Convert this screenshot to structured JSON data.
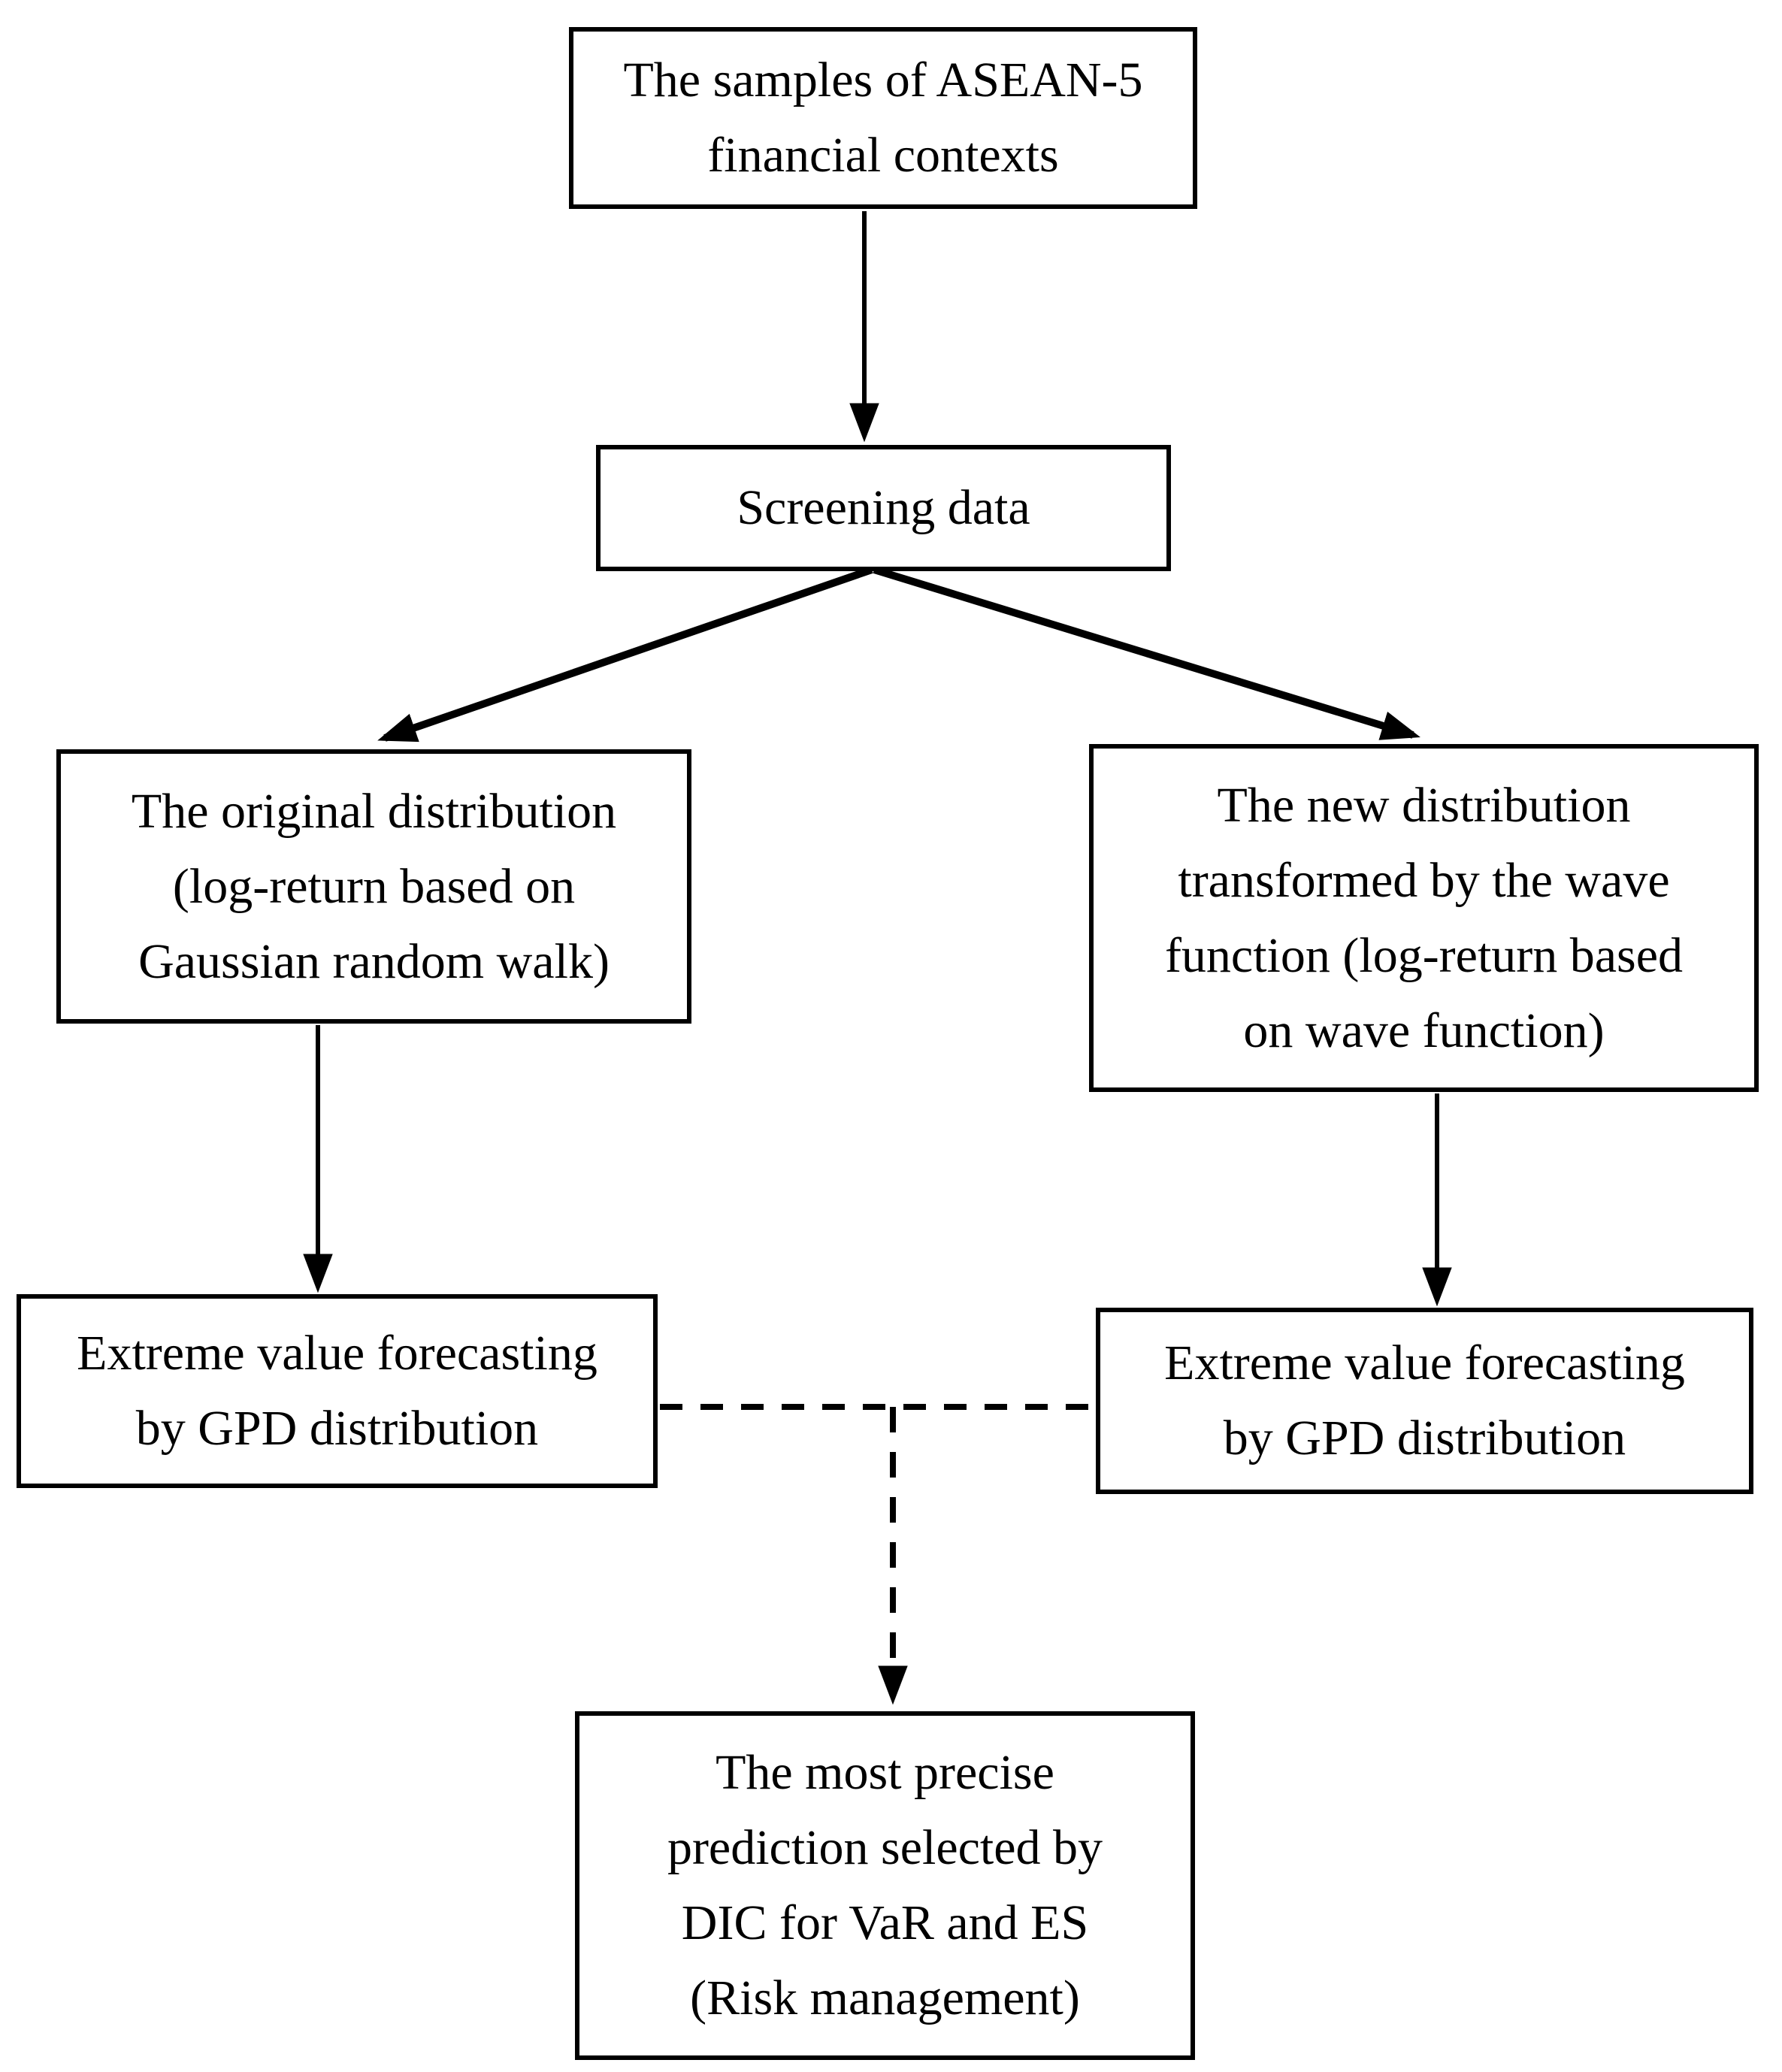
{
  "diagram": {
    "background_color": "#ffffff",
    "line_color": "#000000",
    "text_color": "#000000",
    "nodes": {
      "samples": {
        "lines": [
          "The samples of ASEAN-5",
          "financial contexts"
        ]
      },
      "screening": {
        "lines": [
          "Screening data"
        ]
      },
      "original": {
        "lines": [
          "The original distribution",
          "(log-return based on",
          "Gaussian random walk)"
        ]
      },
      "new_dist": {
        "lines": [
          "The new distribution",
          "transformed by the wave",
          "function (log-return based",
          "on wave function)"
        ]
      },
      "gpd_left": {
        "lines": [
          "Extreme value forecasting",
          "by GPD distribution"
        ]
      },
      "gpd_right": {
        "lines": [
          "Extreme value forecasting",
          "by GPD distribution"
        ]
      },
      "final": {
        "lines": [
          "The most precise",
          "prediction selected by",
          "DIC for VaR and ES",
          "(Risk management)"
        ]
      }
    },
    "edges": [
      {
        "from": "samples",
        "to": "screening",
        "style": "solid-arrow"
      },
      {
        "from": "screening",
        "to": "original",
        "style": "solid-arrow"
      },
      {
        "from": "screening",
        "to": "new_dist",
        "style": "solid-arrow"
      },
      {
        "from": "original",
        "to": "gpd_left",
        "style": "solid-arrow"
      },
      {
        "from": "new_dist",
        "to": "gpd_right",
        "style": "solid-arrow"
      },
      {
        "from": "gpd_left",
        "to": "gpd_right",
        "style": "dashed-line"
      },
      {
        "from": "gpd_left+gpd_right",
        "to": "final",
        "style": "dashed-arrow"
      }
    ]
  }
}
